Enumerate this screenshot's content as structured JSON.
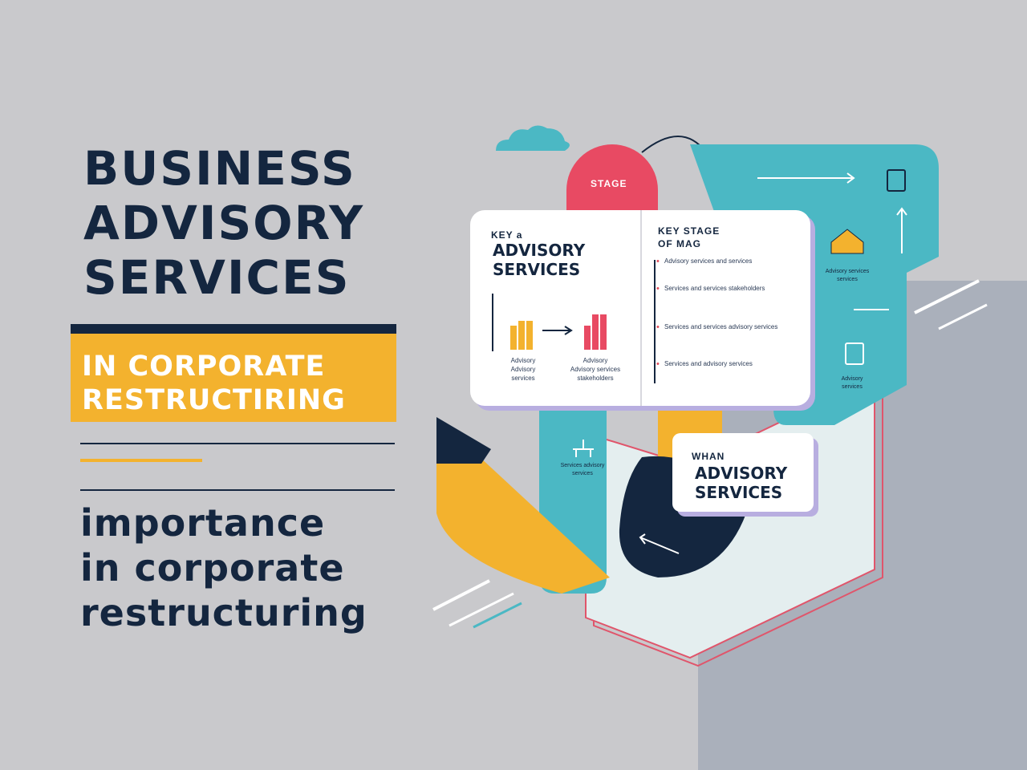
{
  "title": {
    "line1": "BUSINESS",
    "line2": "ADVISORY",
    "line3": "SERVICES"
  },
  "banner": {
    "line1": "IN CORPORATE",
    "line2": "RESTRUCTIRING"
  },
  "subtitle": {
    "line1": "importance",
    "line2": "in corporate",
    "line3": "restructuring"
  },
  "stage_tab": {
    "label": "STAGE"
  },
  "card_left": {
    "kicker": "KEY a",
    "title_line1": "ADVISORY",
    "title_line2": "SERVICES",
    "caption_left": [
      "Advisory",
      "Advisory",
      "services"
    ],
    "caption_right": [
      "Advisory",
      "Advisory services",
      "stakeholders"
    ]
  },
  "card_right": {
    "kicker_line1": "KEY STAGE",
    "kicker_line2": "OF MAG",
    "bullets": [
      "Advisory services and services",
      "Services and services stakeholders",
      "Services and services advisory services",
      "Services and advisory services"
    ]
  },
  "card_small": {
    "kicker": "WHAN",
    "title_line1": "ADVISORY",
    "title_line2": "SERVICES"
  },
  "teal_captions": {
    "home": [
      "Advisory services",
      "services"
    ],
    "clipboard": [
      "Advisory",
      "services"
    ],
    "org": [
      "Services advisory",
      "services"
    ]
  },
  "colors": {
    "navy": "#14263f",
    "gold": "#f3b22e",
    "teal": "#4bb8c4",
    "red": "#e84a63",
    "lavender": "#b8aee0",
    "background": "#c9c9cc"
  }
}
